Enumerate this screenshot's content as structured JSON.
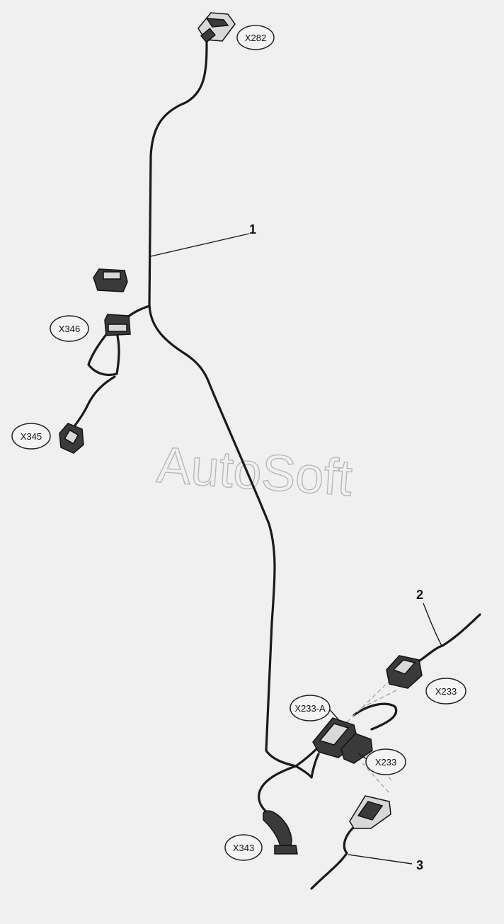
{
  "watermark": "AutoSoft",
  "callouts": {
    "c1": "1",
    "c2": "2",
    "c3": "3"
  },
  "connectors": {
    "x282": "X282",
    "x346": "X346",
    "x345": "X345",
    "x233a": "X233-A",
    "x233_upper": "X233",
    "x233_lower": "X233",
    "x343": "X343"
  },
  "colors": {
    "background": "#f0f0f0",
    "wire": "#1a1a1a",
    "watermark": "#b8b8b8"
  }
}
